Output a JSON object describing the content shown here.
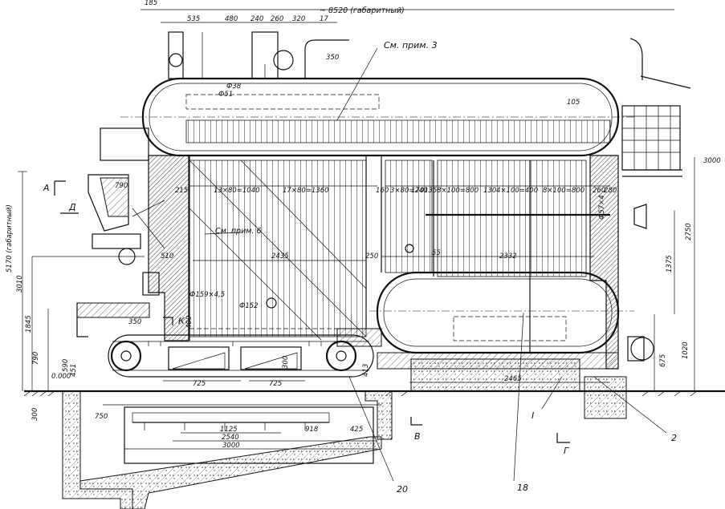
{
  "top": {
    "overall_width": "~ 8520 (габаритный)",
    "dims": [
      "535",
      "480",
      "240",
      "260",
      "320",
      "17"
    ],
    "left_partial": "185"
  },
  "notes": {
    "note3": "См. прим. 3",
    "note6": "См. прим. 6"
  },
  "drum_dims": {
    "d38": "Ф38",
    "d51": "Ф51",
    "h350": "350",
    "d105": "105"
  },
  "tube_pitch": [
    "215",
    "13×80=1040",
    "17×80=1360",
    "160",
    "3×80=240",
    "170",
    "135",
    "8×100=800",
    "130",
    "4×100=400",
    "8×100=800",
    "260",
    "280"
  ],
  "furnace_dims": [
    "2435",
    "250",
    "55",
    "2332",
    "510",
    "Ф159×4,5",
    "Ф152",
    "350",
    "400",
    "Ф57×4"
  ],
  "grate_dims": [
    "725",
    "300",
    "725",
    "413"
  ],
  "bottom_dims": [
    "1125",
    "2540",
    "3000",
    "750",
    "918",
    "425",
    "2465"
  ],
  "left_vertical": [
    "5170 (габаритный)",
    "3010",
    "1845",
    "790",
    "590",
    "451",
    "300"
  ],
  "right_vertical": [
    "3000",
    "2750",
    "1375",
    "1020",
    "675"
  ],
  "hopper_dim": "790",
  "level": "0.000",
  "section_marks": {
    "A": "A",
    "D": "Д",
    "K": "К",
    "B": "В",
    "G": "Г",
    "I": "I"
  },
  "callouts": [
    "2",
    "18",
    "20"
  ]
}
